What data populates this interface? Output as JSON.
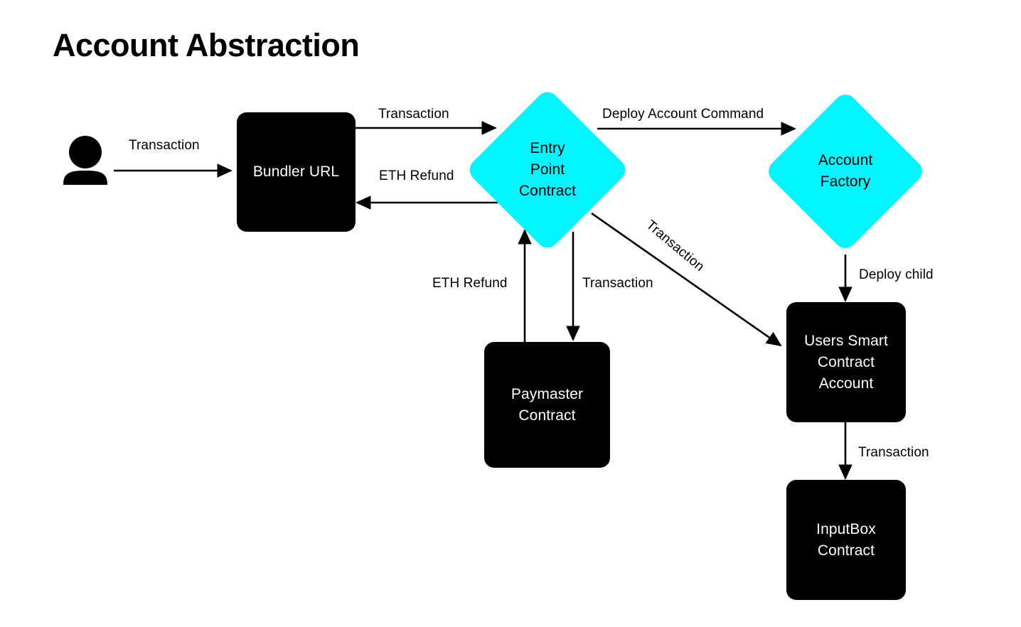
{
  "title": "Account Abstraction",
  "colors": {
    "accent_cyan": "#00f5ff",
    "node_fill": "#000000",
    "node_text": "#ffffff",
    "diamond_text": "#000000",
    "edge_stroke": "#000000",
    "background": "#ffffff"
  },
  "actors": [
    {
      "id": "user",
      "icon": "user-icon",
      "label": ""
    }
  ],
  "nodes": [
    {
      "id": "bundler",
      "shape": "box",
      "label": "Bundler URL"
    },
    {
      "id": "entrypoint",
      "shape": "diamond",
      "label": "Entry\nPoint\nContract",
      "lines": [
        "Entry",
        "Point",
        "Contract"
      ]
    },
    {
      "id": "factory",
      "shape": "diamond",
      "label": "Account\nFactory",
      "lines": [
        "Account",
        "Factory"
      ]
    },
    {
      "id": "paymaster",
      "shape": "box",
      "label": "Paymaster\nContract",
      "lines": [
        "Paymaster",
        "Contract"
      ]
    },
    {
      "id": "usersca",
      "shape": "box",
      "label": "Users Smart\nContract\nAccount",
      "lines": [
        "Users Smart",
        "Contract",
        "Account"
      ]
    },
    {
      "id": "inputbox",
      "shape": "box",
      "label": "InputBox\nContract",
      "lines": [
        "InputBox",
        "Contract"
      ]
    }
  ],
  "edges": [
    {
      "id": "e1",
      "from": "user",
      "to": "bundler",
      "label": "Transaction"
    },
    {
      "id": "e2",
      "from": "bundler",
      "to": "entrypoint",
      "label": "Transaction"
    },
    {
      "id": "e3",
      "from": "entrypoint",
      "to": "bundler",
      "label": "ETH Refund"
    },
    {
      "id": "e4",
      "from": "entrypoint",
      "to": "factory",
      "label": "Deploy Account Command"
    },
    {
      "id": "e5",
      "from": "entrypoint",
      "to": "usersca",
      "label": "Transaction"
    },
    {
      "id": "e6",
      "from": "paymaster",
      "to": "entrypoint",
      "label": "ETH Refund"
    },
    {
      "id": "e7",
      "from": "entrypoint",
      "to": "paymaster",
      "label": "Transaction"
    },
    {
      "id": "e8",
      "from": "factory",
      "to": "usersca",
      "label": "Deploy child"
    },
    {
      "id": "e9",
      "from": "usersca",
      "to": "inputbox",
      "label": "Transaction"
    }
  ],
  "labels": {
    "user_to_bundler": "Transaction",
    "bundler_to_entry": "Transaction",
    "entry_to_bundler": "ETH Refund",
    "entry_to_factory": "Deploy Account Command",
    "entry_to_usersca": "Transaction",
    "paymaster_to_entry": "ETH Refund",
    "entry_to_paymaster": "Transaction",
    "factory_to_usersca": "Deploy child",
    "usersca_to_inputbox": "Transaction"
  },
  "node_labels": {
    "bundler": "Bundler URL",
    "entrypoint_l1": "Entry",
    "entrypoint_l2": "Point",
    "entrypoint_l3": "Contract",
    "factory_l1": "Account",
    "factory_l2": "Factory",
    "paymaster_l1": "Paymaster",
    "paymaster_l2": "Contract",
    "usersca_l1": "Users Smart",
    "usersca_l2": "Contract",
    "usersca_l3": "Account",
    "inputbox_l1": "InputBox",
    "inputbox_l2": "Contract"
  }
}
